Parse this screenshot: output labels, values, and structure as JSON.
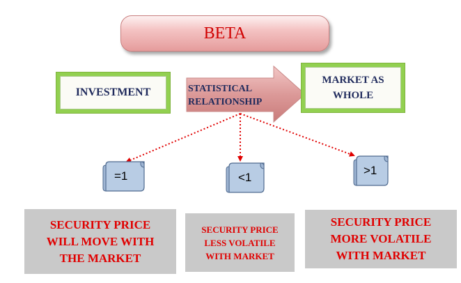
{
  "title": "BETA",
  "nodes": {
    "investment": "INVESTMENT",
    "market_line1": "MARKET AS",
    "market_line2": "WHOLE",
    "relationship_line1": "STATISTICAL",
    "relationship_line2": "RELATIONSHIP"
  },
  "beta_values": [
    "=1",
    "<1",
    ">1"
  ],
  "outcomes": [
    [
      "SECURITY PRICE",
      "WILL MOVE WITH",
      "THE MARKET"
    ],
    [
      "SECURITY PRICE",
      "LESS VOLATILE",
      "WITH MARKET"
    ],
    [
      "SECURITY PRICE",
      "MORE VOLATILE",
      "WITH MARKET"
    ]
  ],
  "colors": {
    "title_text": "#d00000",
    "green_box": "#92d050",
    "big_arrow": "#d99694",
    "dotted_arrow": "#e00000",
    "scroll_fill": "#b8cce4",
    "outcome_box": "#c9c9c9",
    "outcome_text": "#e00000"
  }
}
